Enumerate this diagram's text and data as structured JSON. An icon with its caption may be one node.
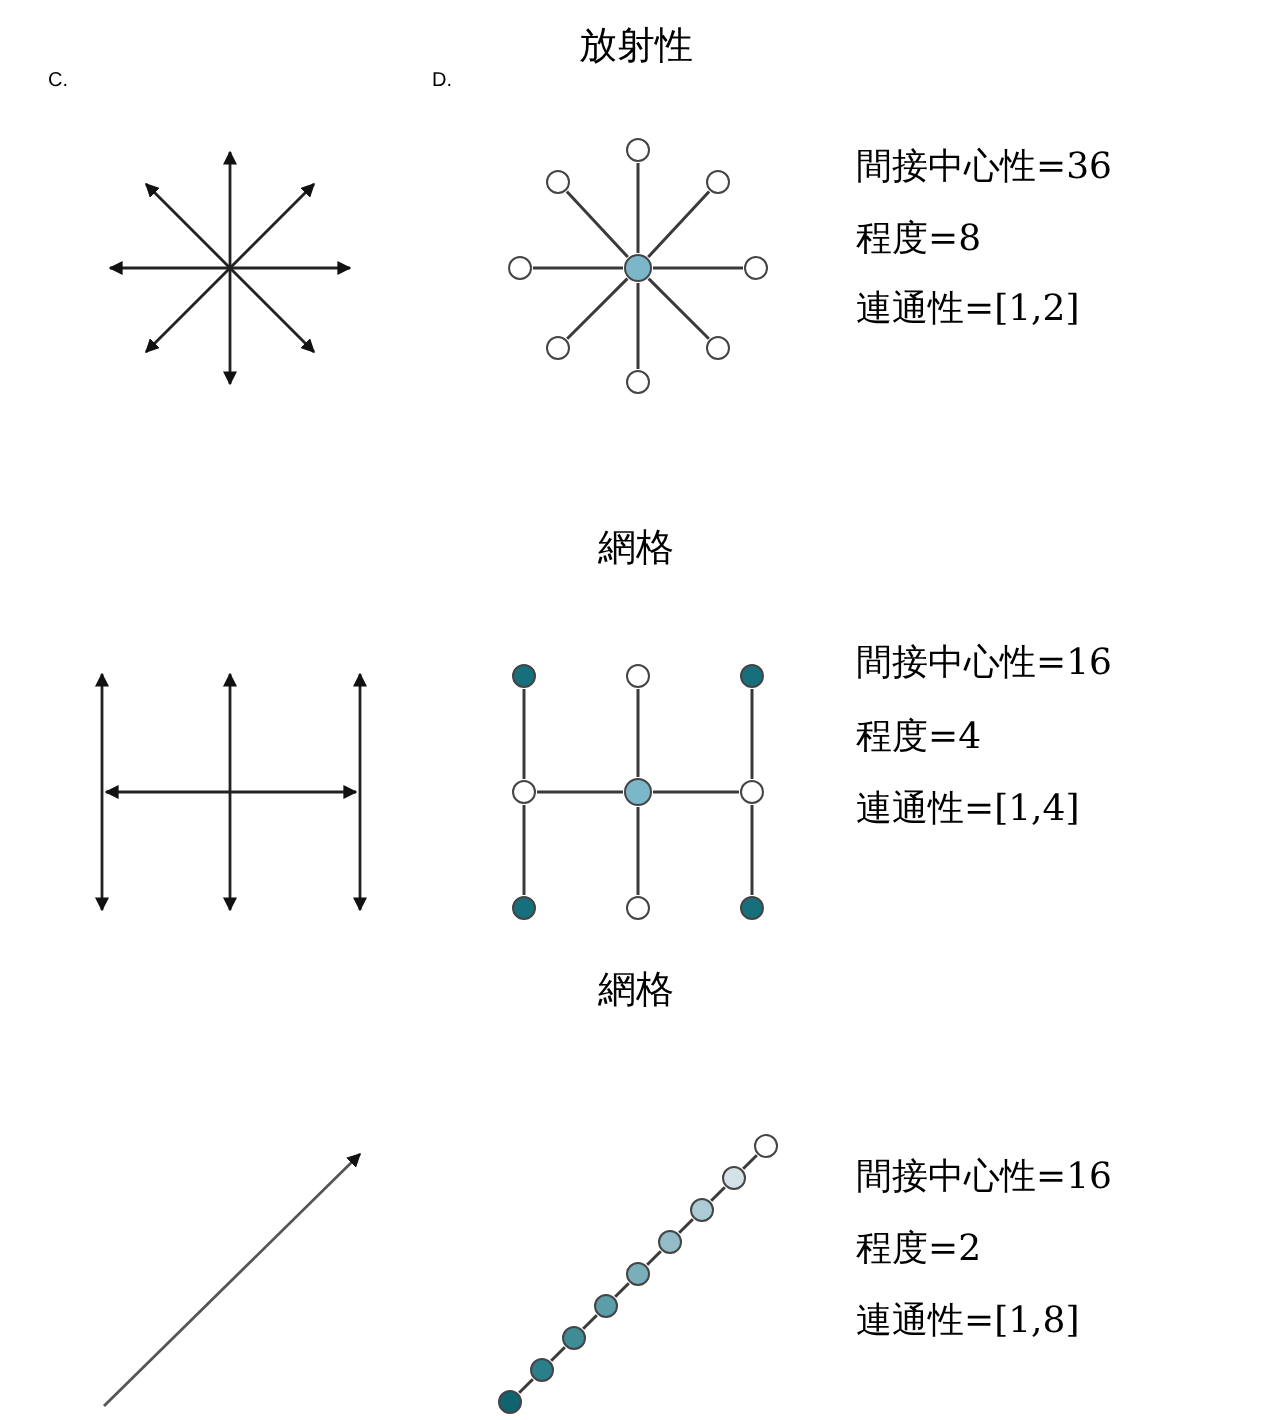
{
  "diagram": {
    "nodes": [
      {
        "text": [],
        "shape": "circle"
      },
      {
        "text": [],
        "shape": "circle"
      },
      {
        "text": [],
        "shape": "circle"
      },
      {
        "text": [],
        "shape": "circle"
      },
      {
        "text": [],
        "shape": "circle"
      },
      {
        "text": [],
        "shape": "circle"
      },
      {
        "text": [],
        "shape": "circle"
      },
      {
        "text": [],
        "shape": "circle"
      },
      {
        "text": [],
        "shape": "circle"
      },
      {
        "text": [],
        "shape": "circle"
      },
      {
        "text": [],
        "shape": "circle"
      },
      {
        "text": [],
        "shape": "circle"
      },
      {
        "text": [],
        "shape": "circle"
      },
      {
        "text": [],
        "shape": "circle"
      },
      {
        "text": [],
        "shape": "circle"
      },
      {
        "text": [],
        "shape": "circle"
      },
      {
        "text": [],
        "shape": "circle"
      },
      {
        "text": [],
        "shape": "circle"
      },
      {
        "text": [],
        "shape": "circle"
      },
      {
        "text": [],
        "shape": "circle"
      },
      {
        "text": [],
        "shape": "circle"
      },
      {
        "text": [],
        "shape": "circle"
      },
      {
        "text": [],
        "shape": "circle"
      },
      {
        "text": [],
        "shape": "circle"
      },
      {
        "text": [],
        "shape": "circle"
      },
      {
        "text": [],
        "shape": "circle"
      },
      {
        "text": [],
        "shape": "circle"
      }
    ],
    "edges": [
      {
        "from": 4,
        "to": 0,
        "arrow": "none"
      },
      {
        "from": 4,
        "to": 1,
        "arrow": "none"
      },
      {
        "from": 4,
        "to": 2,
        "arrow": "none"
      },
      {
        "from": 4,
        "to": 3,
        "arrow": "none"
      },
      {
        "from": 4,
        "to": 5,
        "arrow": "none"
      },
      {
        "from": 4,
        "to": 6,
        "arrow": "none"
      },
      {
        "from": 4,
        "to": 7,
        "arrow": "none"
      },
      {
        "from": 4,
        "to": 8,
        "arrow": "none"
      },
      {
        "from": 9,
        "to": 12,
        "arrow": "none"
      },
      {
        "from": 12,
        "to": 15,
        "arrow": "none"
      },
      {
        "from": 10,
        "to": 13,
        "arrow": "none"
      },
      {
        "from": 13,
        "to": 16,
        "arrow": "none"
      },
      {
        "from": 11,
        "to": 14,
        "arrow": "none"
      },
      {
        "from": 14,
        "to": 17,
        "arrow": "none"
      },
      {
        "from": 12,
        "to": 13,
        "arrow": "none"
      },
      {
        "from": 13,
        "to": 14,
        "arrow": "none"
      },
      {
        "from": 18,
        "to": 19,
        "arrow": "none"
      },
      {
        "from": 19,
        "to": 20,
        "arrow": "none"
      },
      {
        "from": 20,
        "to": 21,
        "arrow": "none"
      },
      {
        "from": 21,
        "to": 22,
        "arrow": "none"
      },
      {
        "from": 22,
        "to": 23,
        "arrow": "none"
      },
      {
        "from": 23,
        "to": 24,
        "arrow": "none"
      },
      {
        "from": 24,
        "to": 25,
        "arrow": "none"
      },
      {
        "from": 25,
        "to": 26,
        "arrow": "none"
      }
    ],
    "labels": [
      "放射性",
      "C.",
      "D.",
      "間接中心性=36",
      "程度=8",
      "連通性=[1,2]",
      "網格",
      "間接中心性=16",
      "程度=4",
      "連通性=[1,4]",
      "網格",
      "間接中心性=16",
      "程度=2",
      "連通性=[1,8]"
    ]
  }
}
